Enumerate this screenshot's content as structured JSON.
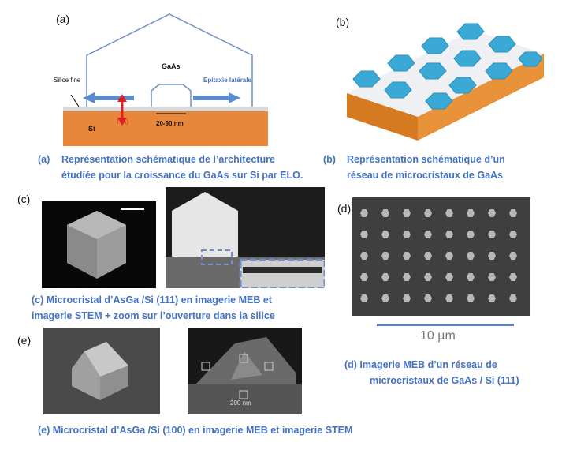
{
  "panel_a": {
    "label": "(a)",
    "gaas": "GaAs",
    "silice_fine": "Silice fine",
    "epitaxie": "Epitaxie latérale",
    "i_label": "I (A)",
    "width": "20-90 nm",
    "si": "Si",
    "caption_tag": "(a)",
    "caption_l1": "Représentation schématique de l’architecture",
    "caption_l2": "étudiée pour la croissance du GaAs sur Si par ELO."
  },
  "panel_b": {
    "label": "(b)",
    "caption_tag": "(b)",
    "caption_l1": "Représentation schématique d’un",
    "caption_l2": "réseau de microcristaux de GaAs"
  },
  "panel_c": {
    "label": "(c)",
    "caption_l1": "(c)  Microcristal d’AsGa /Si (111) en imagerie MEB et",
    "caption_l2": "imagerie STEM + zoom sur l’ouverture dans la silice"
  },
  "panel_d": {
    "label": "(d)",
    "scale": "10 µm",
    "caption_l1": "(d)   Imagerie MEB d’un réseau de",
    "caption_l2": "microcristaux de GaAs / Si (111)"
  },
  "panel_e": {
    "label": "(e)",
    "scale_text": "200 nm",
    "caption": "(e)  Microcristal d’AsGa /Si (100) en imagerie MEB et imagerie STEM"
  },
  "colors": {
    "caption": "#4472c4",
    "si": "#e8873a",
    "crystal": "#3aa9d6"
  }
}
